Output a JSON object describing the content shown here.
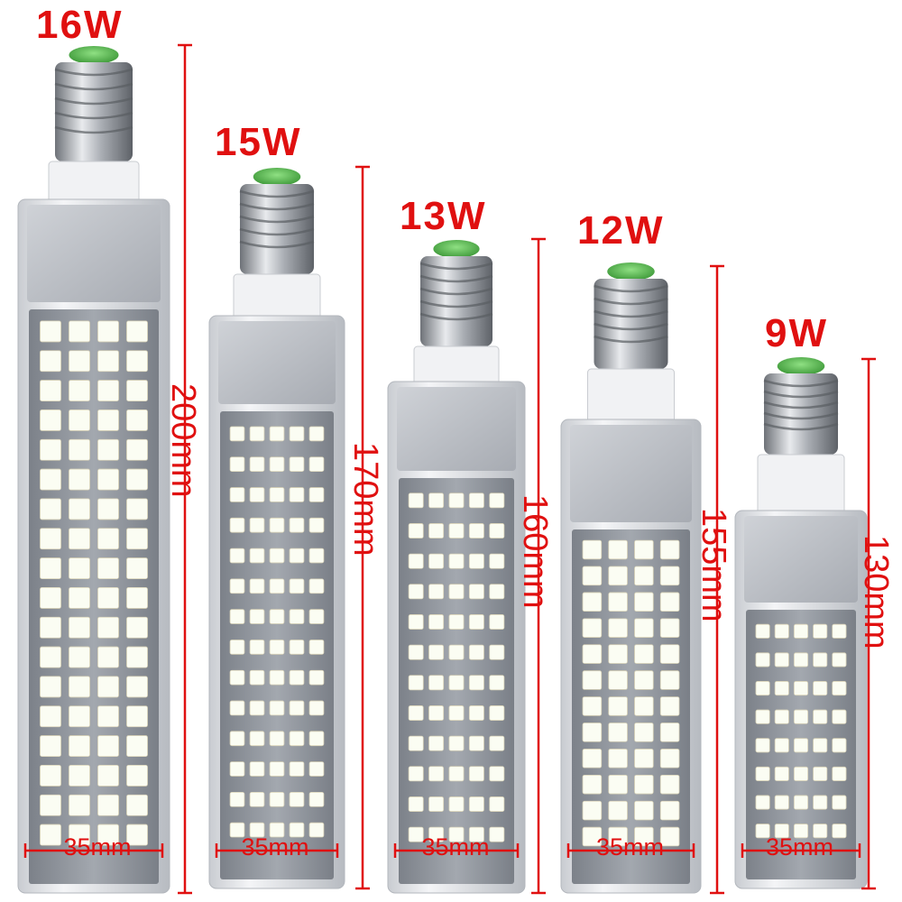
{
  "colors": {
    "annotation": "#e01010",
    "cap": "#5cbf55",
    "metal": "#b9bcc1",
    "housing": "#e9ebee",
    "panel": "#8e939b",
    "led": "#fbfdf3"
  },
  "bulbs": [
    {
      "wattage": "16W",
      "height": "200mm",
      "width": "35mm",
      "led_columns": 4,
      "led_rows": 18
    },
    {
      "wattage": "15W",
      "height": "170mm",
      "width": "35mm",
      "led_columns": 5,
      "led_rows": 14
    },
    {
      "wattage": "13W",
      "height": "160mm",
      "width": "35mm",
      "led_columns": 5,
      "led_rows": 12
    },
    {
      "wattage": "12W",
      "height": "155mm",
      "width": "35mm",
      "led_columns": 4,
      "led_rows": 12
    },
    {
      "wattage": "9W",
      "height": "130mm",
      "width": "35mm",
      "led_columns": 5,
      "led_rows": 8
    }
  ]
}
